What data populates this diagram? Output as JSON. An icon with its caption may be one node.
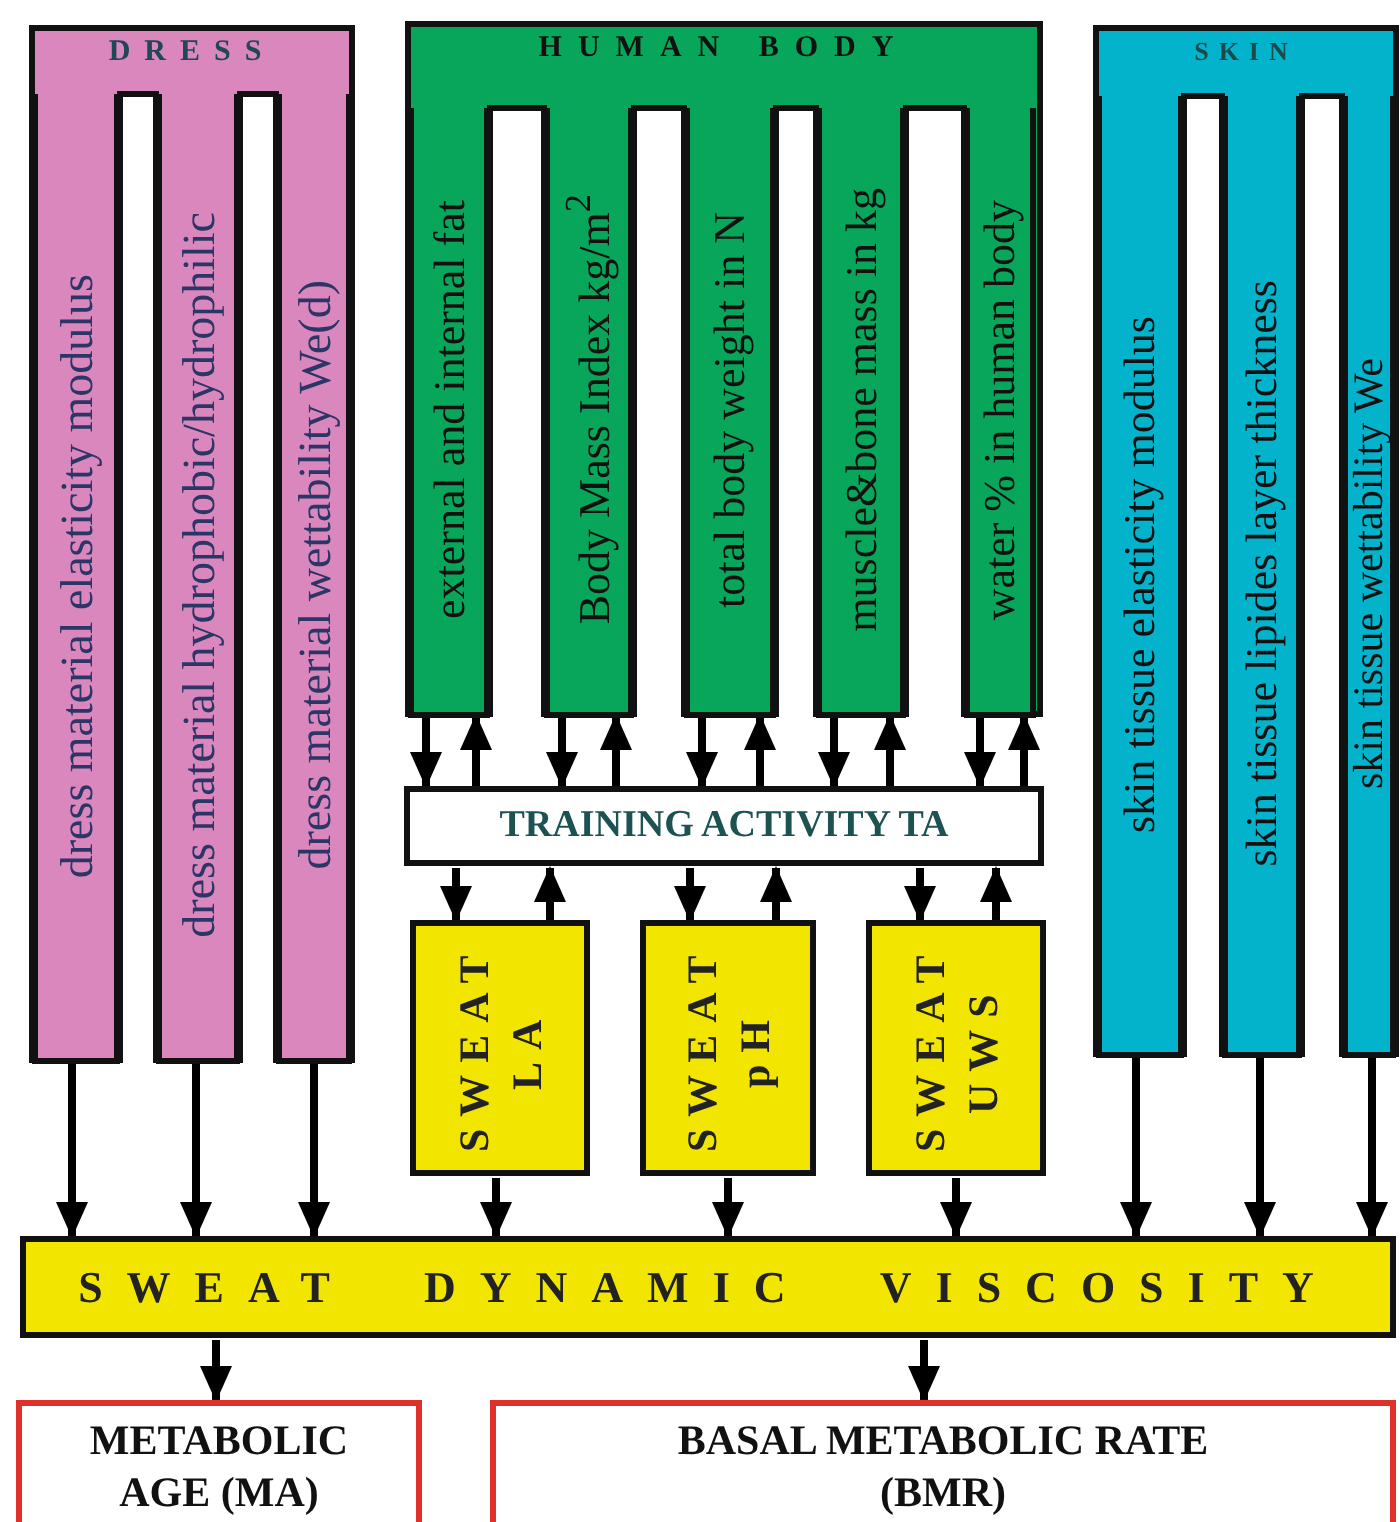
{
  "diagram": {
    "nodes": [
      {
        "text": [
          "DRESS"
        ]
      },
      {
        "text": [
          "dress material elasticity modulus"
        ],
        "in": 0
      },
      {
        "text": [
          "dress material hydrophobic/hydrophilic"
        ],
        "in": 0
      },
      {
        "text": [
          "dress material wettability We(d)"
        ],
        "in": 0
      },
      {
        "text": [
          "HUMAN BODY"
        ]
      },
      {
        "text": [
          "external and internal fat"
        ],
        "in": 4
      },
      {
        "text": [
          "Body Mass Index kg/m$^{2}$"
        ],
        "in": 4
      },
      {
        "text": [
          "total body weight in N"
        ],
        "in": 4
      },
      {
        "text": [
          "muscle&bone mass in kg"
        ],
        "in": 4
      },
      {
        "text": [
          "water % in human body"
        ],
        "in": 4
      },
      {
        "text": [
          "SKIN"
        ]
      },
      {
        "text": [
          "skin tissue elasticity modulus"
        ],
        "in": 10
      },
      {
        "text": [
          "skin tissue lipides layer thickness"
        ],
        "in": 10
      },
      {
        "text": [
          "skin tissue wettability We"
        ],
        "in": 10
      },
      {
        "text": [
          "TRAINING ACTIVITY TA"
        ]
      },
      {
        "text": [
          "SWEAT LA"
        ]
      },
      {
        "text": [
          "SWEAT pH"
        ]
      },
      {
        "text": [
          "SWEAT UWS"
        ]
      },
      {
        "text": [
          "SWEAT DYNAMIC VISCOSITY"
        ]
      },
      {
        "text": [
          "METABOLIC AGE (MA)"
        ]
      },
      {
        "text": [
          "BASAL METABOLIC RATE (BMR)"
        ]
      }
    ],
    "edges": [
      {
        "from": 1,
        "to": 18,
        "arrow": "to"
      },
      {
        "from": 2,
        "to": 18,
        "arrow": "to"
      },
      {
        "from": 3,
        "to": 18,
        "arrow": "to"
      },
      {
        "from": 5,
        "to": 14,
        "arrow": "to"
      },
      {
        "from": 14,
        "to": 5,
        "arrow": "to"
      },
      {
        "from": 6,
        "to": 14,
        "arrow": "to"
      },
      {
        "from": 14,
        "to": 6,
        "arrow": "to"
      },
      {
        "from": 7,
        "to": 14,
        "arrow": "to"
      },
      {
        "from": 14,
        "to": 7,
        "arrow": "to"
      },
      {
        "from": 8,
        "to": 14,
        "arrow": "to"
      },
      {
        "from": 14,
        "to": 8,
        "arrow": "to"
      },
      {
        "from": 9,
        "to": 14,
        "arrow": "to"
      },
      {
        "from": 14,
        "to": 9,
        "arrow": "to"
      },
      {
        "from": 14,
        "to": 15,
        "arrow": "to"
      },
      {
        "from": 15,
        "to": 14,
        "arrow": "to"
      },
      {
        "from": 14,
        "to": 16,
        "arrow": "to"
      },
      {
        "from": 16,
        "to": 14,
        "arrow": "to"
      },
      {
        "from": 14,
        "to": 17,
        "arrow": "to"
      },
      {
        "from": 17,
        "to": 14,
        "arrow": "to"
      },
      {
        "from": 15,
        "to": 18,
        "arrow": "to"
      },
      {
        "from": 16,
        "to": 18,
        "arrow": "to"
      },
      {
        "from": 17,
        "to": 18,
        "arrow": "to"
      },
      {
        "from": 11,
        "to": 18,
        "arrow": "to"
      },
      {
        "from": 12,
        "to": 18,
        "arrow": "to"
      },
      {
        "from": 13,
        "to": 18,
        "arrow": "to"
      },
      {
        "from": 18,
        "to": 19,
        "arrow": "to"
      },
      {
        "from": 18,
        "to": 20,
        "arrow": "to"
      }
    ]
  }
}
